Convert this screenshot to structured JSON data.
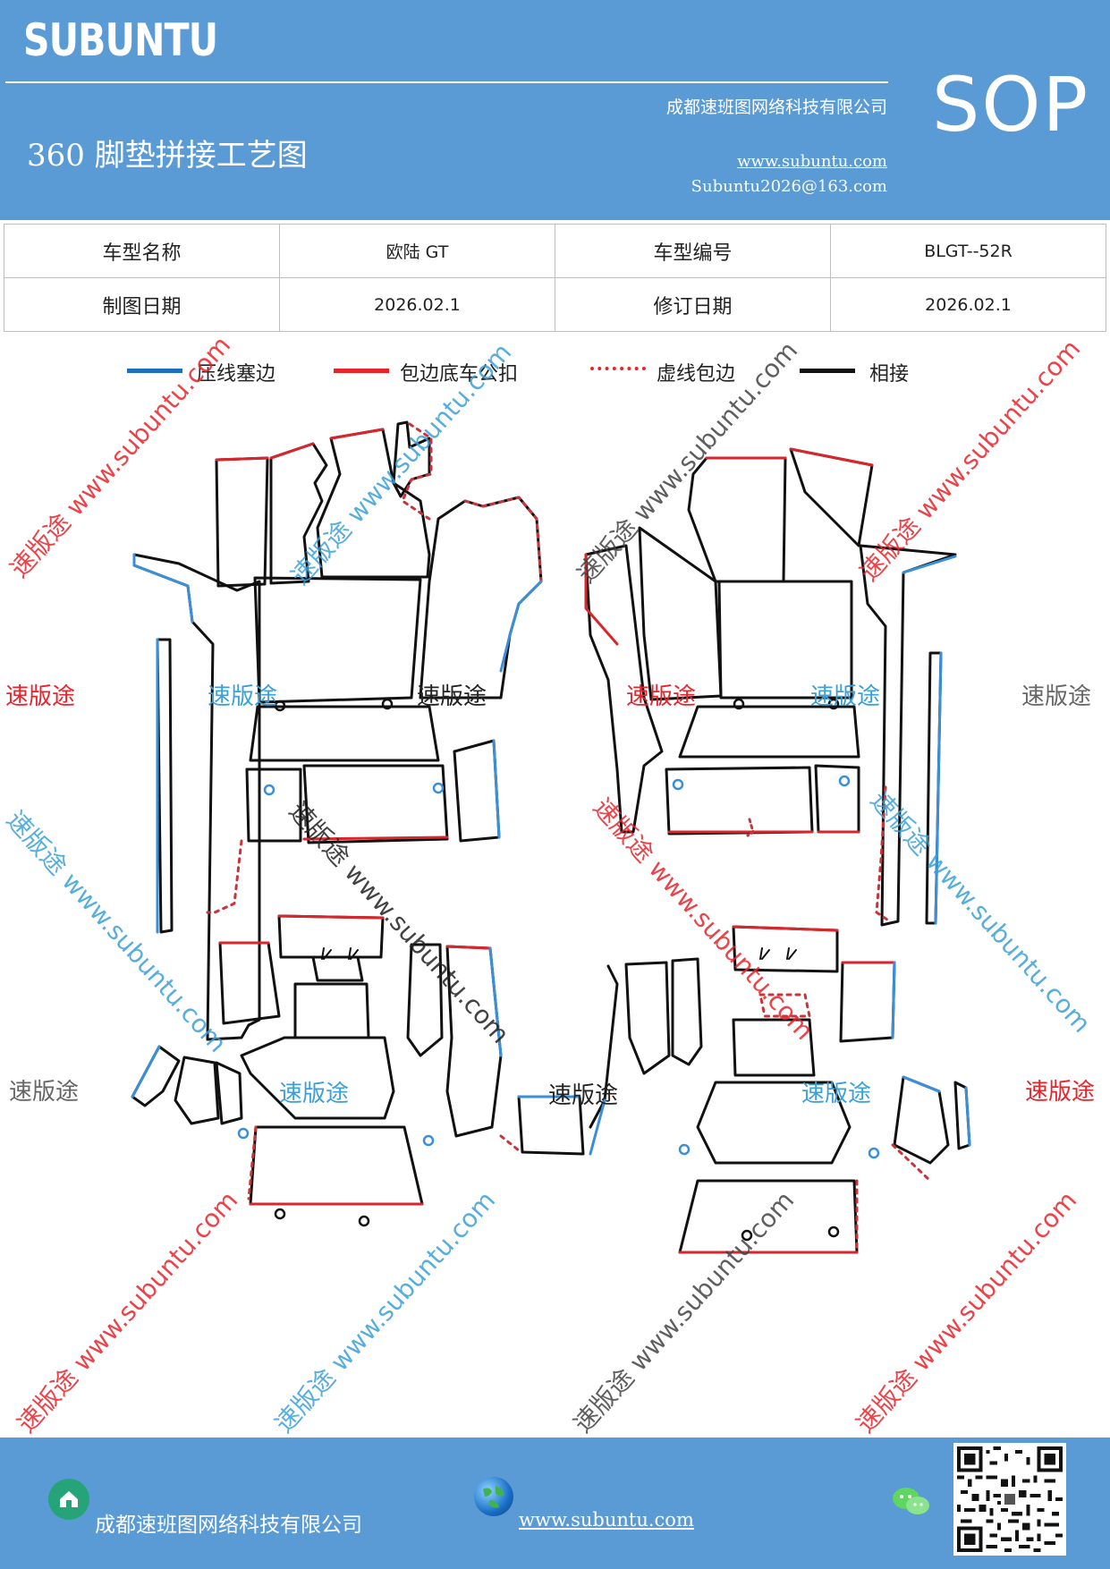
{
  "header": {
    "brand": "SUBUNTU",
    "company": "成都速班图网络科技有限公司",
    "title": "360 脚垫拼接工艺图",
    "website": "www.subuntu.com",
    "email": "Subuntu2026@163.com",
    "badge": "SOP"
  },
  "info_table": {
    "rows": [
      [
        "车型名称",
        "欧陆 GT",
        "车型编号",
        "BLGT--52R"
      ],
      [
        "制图日期",
        "2026.02.1",
        "修订日期",
        "2026.02.1"
      ]
    ]
  },
  "legend": {
    "items": [
      {
        "label": "压线塞边",
        "color": "#1f6fbf",
        "style": "solid"
      },
      {
        "label": "包边底车公扣",
        "color": "#e8232a",
        "style": "solid"
      },
      {
        "label": "虚线包边",
        "color": "#e8232a",
        "style": "dotted"
      },
      {
        "label": "相接",
        "color": "#111111",
        "style": "solid"
      }
    ]
  },
  "watermarks": {
    "short": "速版途",
    "long": "速版途 www.subuntu.com",
    "colors": {
      "red": "#e8232a",
      "blue": "#3aa0d8",
      "gray": "#666666",
      "dark": "#222222"
    }
  },
  "diagram": {
    "colors": {
      "pressed_edge": "#3a8fd8",
      "wrapped_edge": "#d8262c",
      "dashed_edge": "#c8343a",
      "joined": "#111111"
    }
  },
  "footer": {
    "company": "成都速班图网络科技有限公司",
    "website": "www.subuntu.com"
  }
}
